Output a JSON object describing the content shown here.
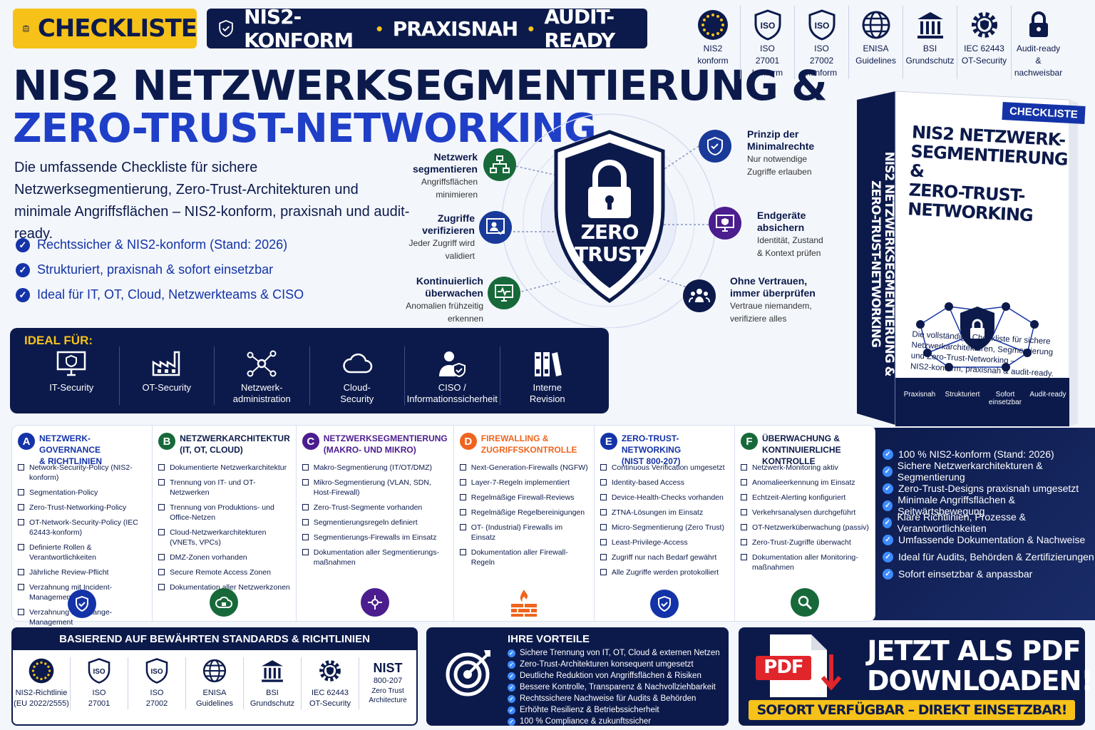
{
  "tags": {
    "checkliste": "CHECKLISTE",
    "badges": [
      "NIS2-KONFORM",
      "PRAXISNAH",
      "AUDIT-READY"
    ]
  },
  "title_line1": "NIS2 NETZWERKSEGMENTIERUNG &",
  "title_line2": "ZERO-TRUST-NETWORKING",
  "intro": "Die umfassende Checkliste für sichere Netzwerksegmentierung, Zero-Trust-Architekturen und minimale Angriffsflächen – NIS2-konform, praxisnah und audit-ready.",
  "intro_checks": [
    "Rechtssicher & NIS2-konform (Stand: 2026)",
    "Strukturiert, praxisnah & sofort einsetzbar",
    "Ideal für IT, OT, Cloud, Netzwerkteams & CISO"
  ],
  "certs": [
    {
      "l1": "NIS2",
      "l2": "konform",
      "icon": "eu-stars-icon"
    },
    {
      "l1": "ISO",
      "l2": "27001",
      "l3": "konform",
      "icon": "iso-shield-icon"
    },
    {
      "l1": "ISO",
      "l2": "27002",
      "l3": "konform",
      "icon": "iso-shield-icon"
    },
    {
      "l1": "ENISA",
      "l2": "Guidelines",
      "icon": "globe-icon"
    },
    {
      "l1": "BSI",
      "l2": "Grundschutz",
      "icon": "building-icon"
    },
    {
      "l1": "IEC 62443",
      "l2": "OT-Security",
      "icon": "gear-shield-icon"
    },
    {
      "l1": "Audit-ready",
      "l2": "& nachweisbar",
      "icon": "lock-icon"
    }
  ],
  "shield": {
    "l1": "ZERO",
    "l2": "TRUST"
  },
  "nodes": {
    "n1": {
      "title1": "Netzwerk",
      "title2": "segmentieren",
      "sub1": "Angriffsflächen",
      "sub2": "minimieren"
    },
    "n2": {
      "title1": "Zugriffe",
      "title2": "verifizieren",
      "sub1": "Jeder Zugriff wird",
      "sub2": "validiert"
    },
    "n3": {
      "title1": "Kontinuierlich",
      "title2": "überwachen",
      "sub1": "Anomalien frühzeitig",
      "sub2": "erkennen"
    },
    "n4": {
      "title1": "Prinzip der",
      "title2": "Minimalrechte",
      "sub1": "Nur notwendige",
      "sub2": "Zugriffe erlauben"
    },
    "n5": {
      "title1": "Endgeräte",
      "title2": "absichern",
      "sub1": "Identität, Zustand",
      "sub2": "& Kontext prüfen"
    },
    "n6": {
      "title1": "Ohne Vertrauen,",
      "title2": "immer überprüfen",
      "sub1": "Vertraue niemandem,",
      "sub2": "verifiziere alles"
    }
  },
  "ideal": {
    "label": "IDEAL FÜR:",
    "items": [
      {
        "l1": "IT-Security",
        "l2": ""
      },
      {
        "l1": "OT-Security",
        "l2": ""
      },
      {
        "l1": "Netzwerk-",
        "l2": "administration"
      },
      {
        "l1": "Cloud-",
        "l2": "Security"
      },
      {
        "l1": "CISO /",
        "l2": "Informationssicherheit"
      },
      {
        "l1": "Interne",
        "l2": "Revision"
      }
    ]
  },
  "book": {
    "badge": "CHECKLISTE",
    "title": [
      "NIS2 NETZWERK-",
      "SEGMENTIERUNG &",
      "ZERO-TRUST-",
      "NETWORKING"
    ],
    "spine1": "NIS2 NETZWERKSEGMENTIERUNG &",
    "spine2": "ZERO-TRUST-NETWORKING",
    "desc": [
      "Die vollständige Checkliste für sichere",
      "Netzwerkarchitekturen, Segmentierung",
      "und Zero-Trust-Networking –",
      "NIS2-konform, praxisnah & audit-ready."
    ],
    "footer": [
      "Praxisnah",
      "Strukturiert",
      "Sofort einsetzbar",
      "Audit-ready"
    ]
  },
  "columns": [
    {
      "letter": "A",
      "title1": "NETZWERK-GOVERNANCE",
      "title2": "& RICHTLINIEN",
      "color": "#1433a8",
      "items": [
        "Network-Security-Policy (NIS2-konform)",
        "Segmentation-Policy",
        "Zero-Trust-Networking-Policy",
        "OT-Network-Security-Policy (IEC 62443-konform)",
        "Definierte Rollen & Verantwortlichkeiten",
        "Jährliche Review-Pflicht",
        "Verzahnung mit Incident-Management",
        "Verzahnung mit Change-Management"
      ]
    },
    {
      "letter": "B",
      "title1": "NETZWERKARCHITEKTUR",
      "title2": "(IT, OT, CLOUD)",
      "color": "#17693a",
      "items": [
        "Dokumentierte Netzwerkarchitektur",
        "Trennung von IT- und OT-Netzwerken",
        "Trennung von Produktions- und Office-Netzen",
        "Cloud-Netzwerkarchitekturen (VNETs, VPCs)",
        "DMZ-Zonen vorhanden",
        "Secure Remote Access Zonen",
        "Dokumentation aller Netzwerkzonen"
      ]
    },
    {
      "letter": "C",
      "title1": "NETZWERKSEGMENTIERUNG",
      "title2": "(MAKRO- UND MIKRO)",
      "color": "#4b1d8f",
      "items": [
        "Makro-Segmentierung (IT/OT/DMZ)",
        "Mikro-Segmentierung (VLAN, SDN, Host-Firewall)",
        "Zero-Trust-Segmente vorhanden",
        "Segmentierungsregeln definiert",
        "Segmentierungs-Firewalls im Einsatz",
        "Dokumentation aller Segmentierungs-maßnahmen"
      ]
    },
    {
      "letter": "D",
      "title1": "FIREWALLING &",
      "title2": "ZUGRIFFSKONTROLLE",
      "color": "#f0641e",
      "items": [
        "Next-Generation-Firewalls (NGFW)",
        "Layer-7-Regeln implementiert",
        "Regelmäßige Firewall-Reviews",
        "Regelmäßige Regelbereinigungen",
        "OT- (Industrial) Firewalls im Einsatz",
        "Dokumentation aller Firewall-Regeln"
      ]
    },
    {
      "letter": "E",
      "title1": "ZERO-TRUST-NETWORKING",
      "title2": "(NIST 800-207)",
      "color": "#1433a8",
      "items": [
        "Continuous Verification umgesetzt",
        "Identity-based Access",
        "Device-Health-Checks vorhanden",
        "ZTNA-Lösungen im Einsatz",
        "Micro-Segmentierung (Zero Trust)",
        "Least-Privilege-Access",
        "Zugriff nur nach Bedarf gewährt",
        "Alle Zugriffe werden protokolliert"
      ]
    },
    {
      "letter": "F",
      "title1": "ÜBERWACHUNG &",
      "title2": "KONTINUIERLICHE KONTROLLE",
      "color": "#17693a",
      "items": [
        "Netzwerk-Monitoring aktiv",
        "Anomalieerkennung im Einsatz",
        "Echtzeit-Alerting konfiguriert",
        "Verkehrsanalysen durchgeführt",
        "OT-Netzwerküberwachung (passiv)",
        "Zero-Trust-Zugriffe überwacht",
        "Dokumentation aller Monitoring-maßnahmen"
      ]
    }
  ],
  "right_benefits": [
    "100 % NIS2-konform (Stand: 2026)",
    "Sichere Netzwerkarchitekturen & Segmentierung",
    "Zero-Trust-Designs praxisnah umgesetzt",
    "Minimale Angriffsflächen & Seitwärtsbewegung",
    "Klare Richtlinien, Prozesse & Verantwortlichkeiten",
    "Umfassende Dokumentation & Nachweise",
    "Ideal für Audits, Behörden & Zertifizierungen",
    "Sofort einsetzbar & anpassbar"
  ],
  "standards": {
    "heading": "BASIEREND AUF BEWÄHRTEN STANDARDS & RICHTLINIEN",
    "items": [
      {
        "l1": "NIS2-Richtlinie",
        "l2": "(EU 2022/2555)"
      },
      {
        "l1": "ISO",
        "l2": "27001"
      },
      {
        "l1": "ISO",
        "l2": "27002"
      },
      {
        "l1": "ENISA",
        "l2": "Guidelines"
      },
      {
        "l1": "BSI",
        "l2": "Grundschutz"
      },
      {
        "l1": "IEC 62443",
        "l2": "OT-Security"
      },
      {
        "l1": "NIST",
        "l2": "800-207",
        "l3": "Zero Trust",
        "l4": "Architecture"
      }
    ]
  },
  "vorteile": {
    "heading": "IHRE VORTEILE",
    "items": [
      "Sichere Trennung von IT, OT, Cloud & externen Netzen",
      "Zero-Trust-Architekturen konsequent umgesetzt",
      "Deutliche Reduktion von Angriffsflächen & Risiken",
      "Bessere Kontrolle, Transparenz & Nachvollziehbarkeit",
      "Rechtssichere Nachweise für Audits & Behörden",
      "Erhöhte Resilienz & Betriebssicherheit",
      "100 % Compliance & zukunftssicher"
    ]
  },
  "download": {
    "pdf": "PDF",
    "line1": "JETZT ALS PDF",
    "line2": "DOWNLOADEN!",
    "bar": "SOFORT VERFÜGBAR – DIREKT EINSETZBAR!"
  }
}
